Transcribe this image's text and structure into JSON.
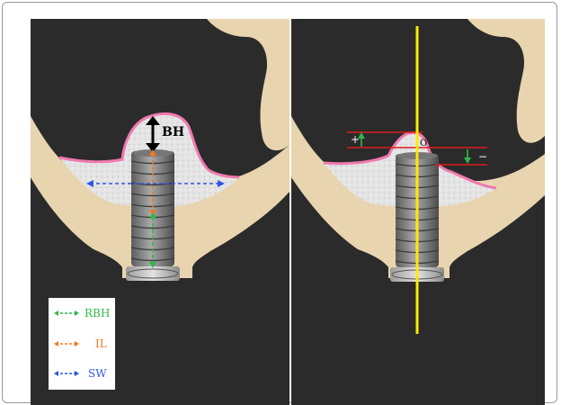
{
  "figure": {
    "colors": {
      "background": "#2b2b2b",
      "bone": "#e8d4ae",
      "graft": "#e6e6e6",
      "gingiva": "#f07ab0",
      "implant": "#8d8d8d",
      "rbh_arrow": "#2fb84a",
      "il_arrow": "#ef7a22",
      "sw_arrow": "#2f55e6",
      "reference_line": "#ffea00",
      "level_line": "#d91c1c"
    },
    "left_panel": {
      "bh_label": "BH",
      "legend": [
        {
          "label": "RBH",
          "color": "#2fb84a"
        },
        {
          "label": "IL",
          "color": "#ef7a22"
        },
        {
          "label": "SW",
          "color": "#2f55e6"
        }
      ]
    },
    "right_panel": {
      "plus_label": "+",
      "minus_label": "−",
      "origin_label": "O"
    }
  }
}
